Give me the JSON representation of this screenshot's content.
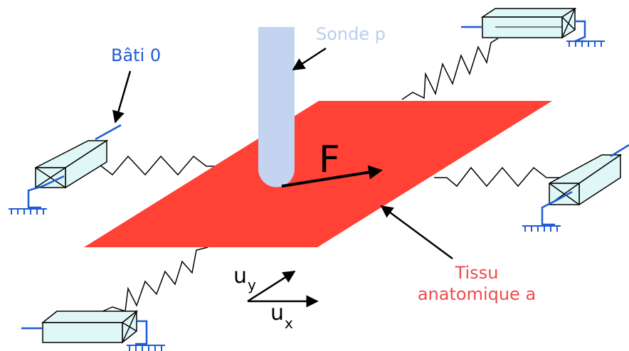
{
  "labels": {
    "frame": "Bâti 0",
    "probe": "Sonde p",
    "force": "F",
    "tissue_line1": "Tissu",
    "tissue_line2": "anatomique a",
    "axis_y_main": "u",
    "axis_y_sub": "y",
    "axis_x_main": "u",
    "axis_x_sub": "x"
  },
  "colors": {
    "tissue": "#ff4136",
    "probe": "#c2d4f0",
    "frame_lines": "#1f5bd6",
    "box_fill": "#dff7f7",
    "tissue_label": "#f04b4b",
    "probe_label": "#b9cef0"
  }
}
